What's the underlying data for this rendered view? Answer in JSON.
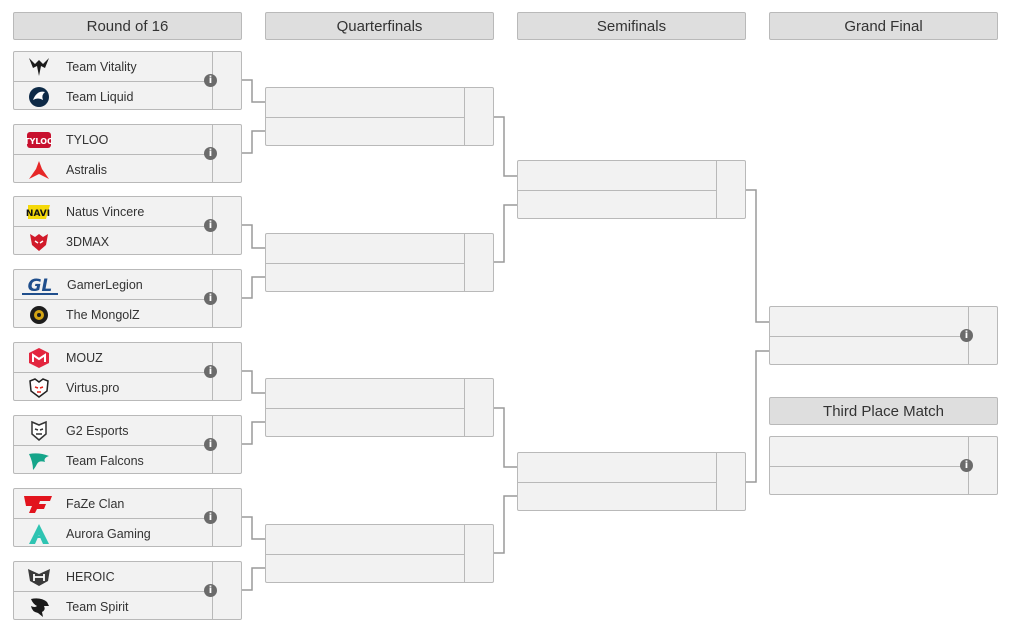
{
  "headers": {
    "round16": "Round of 16",
    "quarterfinals": "Quarterfinals",
    "semifinals": "Semifinals",
    "grand_final": "Grand Final",
    "third_place": "Third Place Match"
  },
  "round16": [
    {
      "team1": "Team Vitality",
      "team2": "Team Liquid"
    },
    {
      "team1": "TYLOO",
      "team2": "Astralis"
    },
    {
      "team1": "Natus Vincere",
      "team2": "3DMAX"
    },
    {
      "team1": "GamerLegion",
      "team2": "The MongolZ"
    },
    {
      "team1": "MOUZ",
      "team2": "Virtus.pro"
    },
    {
      "team1": "G2 Esports",
      "team2": "Team Falcons"
    },
    {
      "team1": "FaZe Clan",
      "team2": "Aurora Gaming"
    },
    {
      "team1": "HEROIC",
      "team2": "Team Spirit"
    }
  ],
  "icons": {
    "info": "info-icon",
    "vitality": "vitality-bee-icon",
    "liquid": "liquid-horse-icon",
    "tyloo": "tyloo-icon",
    "astralis": "astralis-star-icon",
    "navi": "navi-icon",
    "3dmax": "3dmax-icon",
    "gamerlegion": "gamerlegion-icon",
    "mongolz": "mongolz-icon",
    "mouz": "mouz-icon",
    "virtuspro": "virtuspro-bear-icon",
    "g2": "g2-samurai-icon",
    "falcons": "falcons-icon",
    "faze": "faze-icon",
    "aurora": "aurora-icon",
    "heroic": "heroic-icon",
    "spirit": "spirit-dragon-icon"
  },
  "colors": {
    "box_bg": "#f2f2f2",
    "border": "#b9b9b9",
    "header_bg": "#dedede",
    "connector": "#9a9a9a"
  }
}
